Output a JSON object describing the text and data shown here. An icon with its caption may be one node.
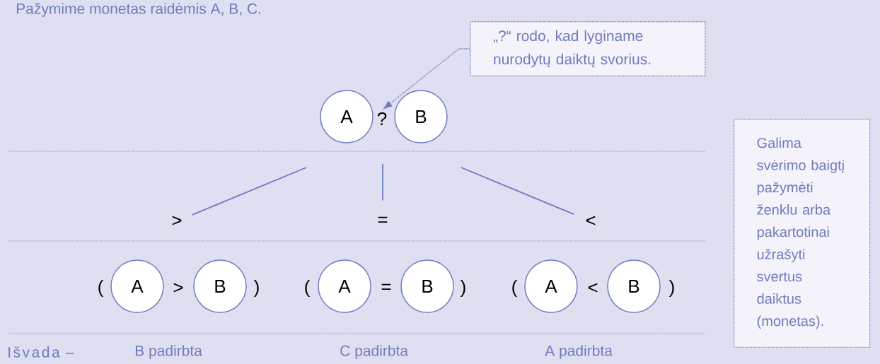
{
  "diagram": {
    "nodes": [
      {
        "text": [
          "„?“ rodo, kad lyginame nurodytų daiktų svorius."
        ]
      },
      {
        "text": [
          "A"
        ]
      },
      {
        "text": [
          "?"
        ]
      },
      {
        "text": [
          "B"
        ]
      },
      {
        "text": [
          ">"
        ]
      },
      {
        "text": [
          "="
        ]
      },
      {
        "text": [
          "<"
        ]
      },
      {
        "text": [
          "A"
        ]
      },
      {
        "text": [
          "B"
        ]
      },
      {
        "text": [
          "A"
        ]
      },
      {
        "text": [
          "B"
        ]
      },
      {
        "text": [
          "A"
        ]
      },
      {
        "text": [
          "B"
        ]
      },
      {
        "text": [
          "Galima svėrimo baigtį pažymėti ženklu arba pakartotinai užrašyti svertus daiktus (monetas)."
        ]
      }
    ],
    "edges": [
      {
        "from": 0,
        "to": 2,
        "arrow": "to",
        "style": "dashed"
      },
      {
        "from": null,
        "to": 4,
        "arrow": "none"
      },
      {
        "from": null,
        "to": 5,
        "arrow": "none"
      },
      {
        "from": null,
        "to": 6,
        "arrow": "none"
      }
    ],
    "labels": [
      "Pažymime monetas raidėmis A, B, C.",
      "(",
      ">",
      ")",
      "(",
      "=",
      ")",
      "(",
      "<",
      ")",
      "Išvada –",
      "B padirbta",
      "C padirbta",
      "A padirbta"
    ]
  }
}
